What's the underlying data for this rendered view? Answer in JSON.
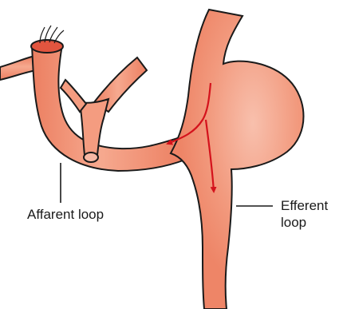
{
  "labels": {
    "afferent": "Affarent loop",
    "efferent_line1": "Efferent",
    "efferent_line2": "loop"
  },
  "colors": {
    "organ_fill": "#f08a6c",
    "organ_highlight": "#f6b29c",
    "outline": "#1a1a1a",
    "arrow": "#d4121c",
    "lumen": "#e2553f",
    "background": "#ffffff"
  }
}
